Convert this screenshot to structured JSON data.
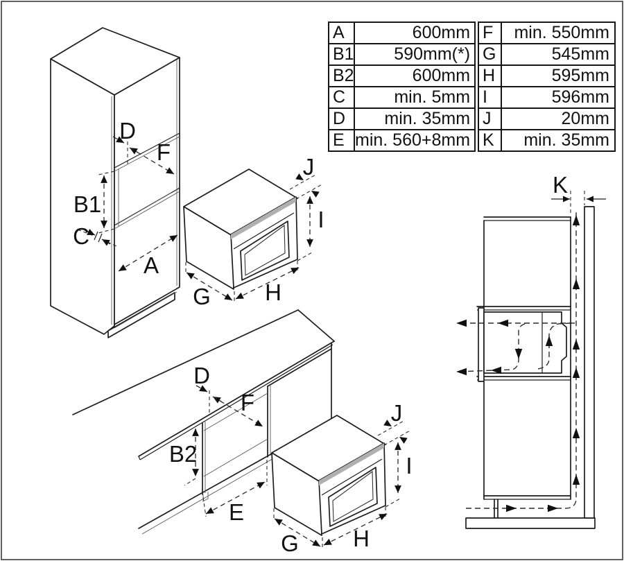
{
  "table": {
    "rows": [
      {
        "k1": "A",
        "v1": "600mm",
        "k2": "F",
        "v2": "min. 550mm"
      },
      {
        "k1": "B1",
        "v1": "590mm(*)",
        "k2": "G",
        "v2": "545mm"
      },
      {
        "k1": "B2",
        "v1": "600mm",
        "k2": "H",
        "v2": "595mm"
      },
      {
        "k1": "C",
        "v1": "min. 5mm",
        "k2": "I",
        "v2": "596mm"
      },
      {
        "k1": "D",
        "v1": "min. 35mm",
        "k2": "J",
        "v2": "20mm"
      },
      {
        "k1": "E",
        "v1": "min. 560+8mm",
        "k2": "K",
        "v2": "min. 35mm"
      }
    ]
  },
  "labels": {
    "tall": {
      "D": "D",
      "F": "F",
      "B1": "B1",
      "C": "C",
      "A": "A"
    },
    "ovenTop": {
      "J": "J",
      "I": "I",
      "G": "G",
      "H": "H"
    },
    "base": {
      "D": "D",
      "F": "F",
      "B2": "B2",
      "E": "E"
    },
    "ovenBottom": {
      "J": "J",
      "I": "I",
      "G": "G",
      "H": "H"
    },
    "side": {
      "K": "K"
    }
  },
  "colors": {
    "line": "#1c1c1c",
    "dim": "#2a2a2a",
    "shade": "#b0b0b0",
    "border": "#3a3a3a"
  }
}
